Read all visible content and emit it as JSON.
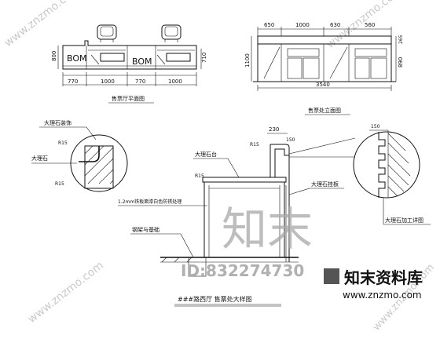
{
  "watermark": {
    "top_left": "www.znzmo.com",
    "top_right": "www.znzmo.com",
    "left_side": "www.znzmo.com",
    "bottom_right_side": "www.znzmo.com",
    "center_logo": "知末",
    "id_text": "ID:832274730",
    "brand": "知末资料库",
    "url": "www.znzmo.com"
  },
  "plan": {
    "logo_left": "BOM",
    "logo_right": "BOM",
    "dim_left": "800",
    "dim_right": "710",
    "dims_bottom": [
      "770",
      "1000",
      "770",
      "1000"
    ],
    "title": "售票厅平面图"
  },
  "elevation": {
    "dims_top": [
      "650",
      "1000",
      "630",
      "560"
    ],
    "dim_right_top": "265",
    "dim_right_bottom": "890",
    "dim_left": "1100",
    "dim_bottom": "3540",
    "title": "售票处立面图"
  },
  "section": {
    "dim_top": "230",
    "dim_r": "R15",
    "labels": {
      "top_left_callout": "大理石装饰",
      "r15_a": "R15",
      "marble": "大理石",
      "r15_b": "R15",
      "counter_top": "大理石台",
      "r15_c": "R15",
      "paint_note": "1.2mm铁板面漆白色防锈处理",
      "marble_panel": "大理石挂板",
      "steel_frame": "钢架与基础",
      "dim_side": "150",
      "detail_dim": "150",
      "detail_note": "大理石加工详图"
    },
    "title": "###路西厅 售票处大样图"
  }
}
